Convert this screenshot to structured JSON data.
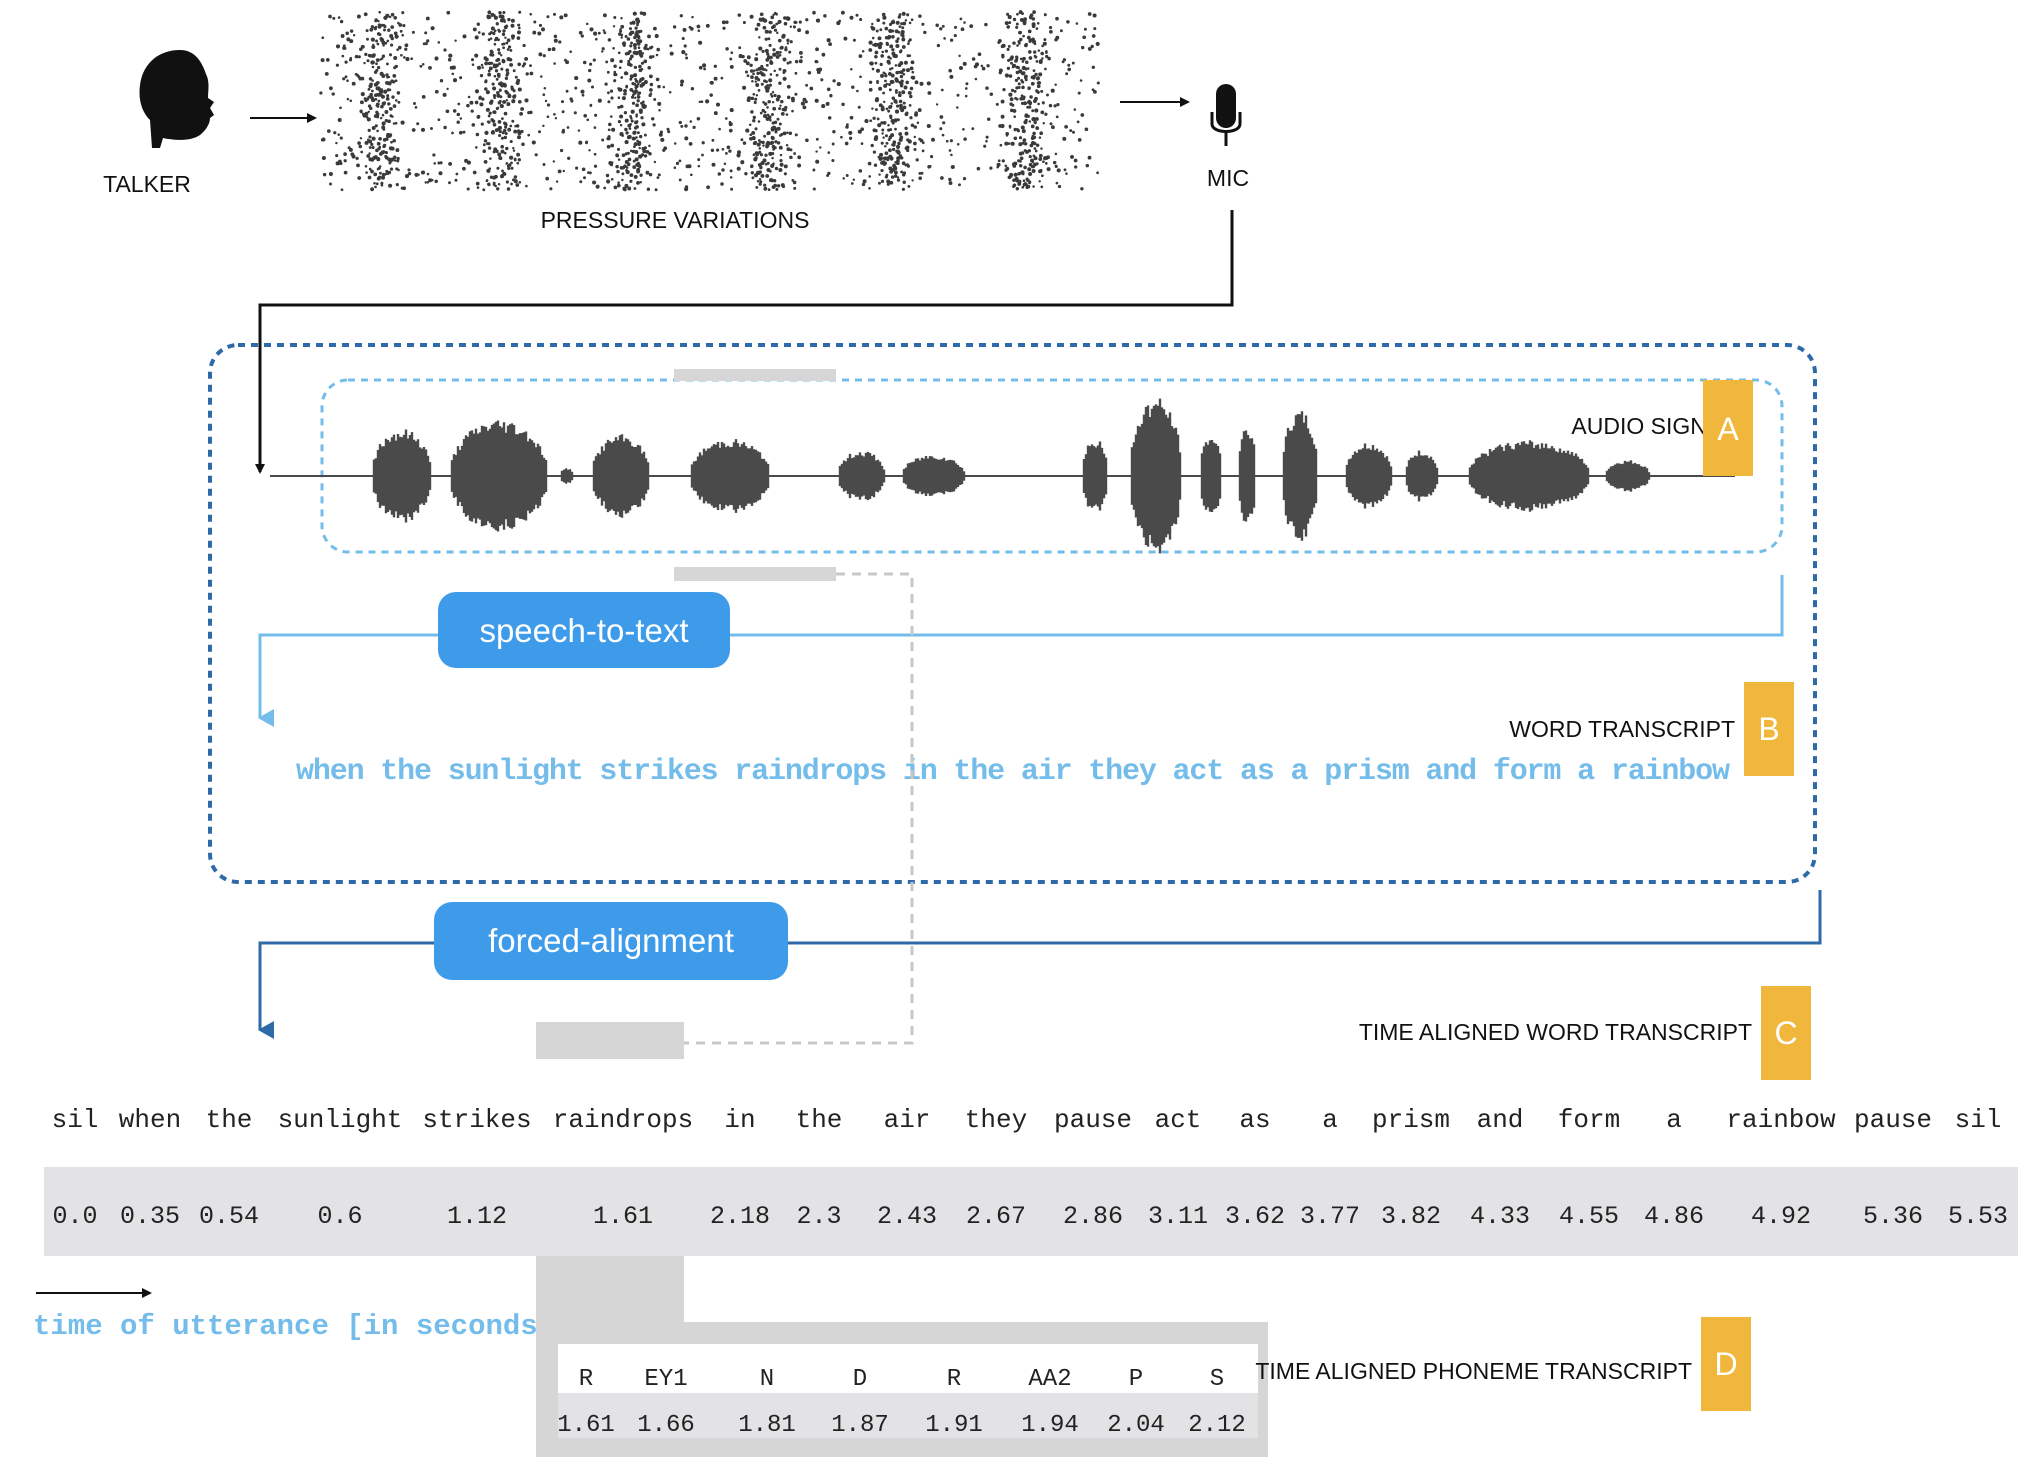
{
  "colors": {
    "dark_blue": "#2e6aa8",
    "light_blue": "#74bcea",
    "pill_blue": "#3d9bea",
    "badge_orange": "#f1b73c",
    "band_gray": "#e3e3e6",
    "waveform": "#4a4a4a"
  },
  "top": {
    "talker_label": "TALKER",
    "talker_icon": "talker-head-icon",
    "pressure_label": "PRESSURE VARIATIONS",
    "mic_label": "MIC",
    "mic_icon": "microphone-icon"
  },
  "labels": {
    "audio_signal": "AUDIO SIGNAL",
    "audio_badge": "A",
    "word_transcript": "WORD TRANSCRIPT",
    "word_badge": "B",
    "time_aligned_word": "TIME ALIGNED WORD TRANSCRIPT",
    "time_aligned_badge": "C",
    "time_aligned_phoneme": "TIME ALIGNED PHONEME TRANSCRIPT",
    "phoneme_badge": "D"
  },
  "steps": {
    "speech_to_text": "speech-to-text",
    "forced_alignment": "forced-alignment"
  },
  "transcript": "when the sunlight strikes raindrops in the air they act as a prism and form a rainbow",
  "aligned_words": [
    "sil",
    "when",
    "the",
    "sunlight",
    "strikes",
    "raindrops",
    "in",
    "the",
    "air",
    "they",
    "pause",
    "act",
    "as",
    "a",
    "prism",
    "and",
    "form",
    "a",
    "rainbow",
    "pause",
    "sil"
  ],
  "aligned_times": [
    "0.0",
    "0.35",
    "0.54",
    "0.6",
    "1.12",
    "1.61",
    "2.18",
    "2.3",
    "2.43",
    "2.67",
    "2.86",
    "3.11",
    "3.62",
    "3.77",
    "3.82",
    "4.33",
    "4.55",
    "4.86",
    "4.92",
    "5.36",
    "5.53"
  ],
  "axis_label": "time of utterance [in seconds]",
  "phonemes": [
    "R",
    "EY1",
    "N",
    "D",
    "R",
    "AA2",
    "P",
    "S"
  ],
  "phoneme_times": [
    "1.61",
    "1.66",
    "1.81",
    "1.87",
    "1.91",
    "1.94",
    "2.04",
    "2.12"
  ]
}
